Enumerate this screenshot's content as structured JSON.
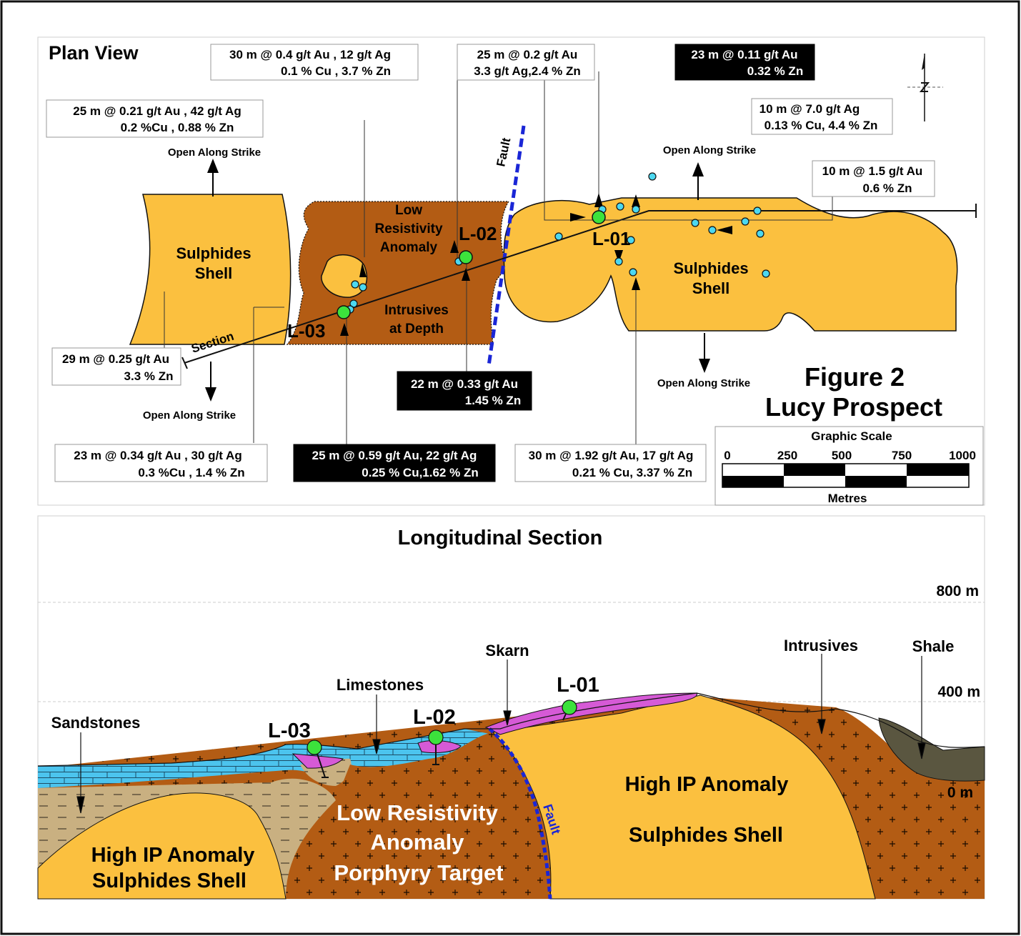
{
  "plan": {
    "title": "Plan View",
    "figure_title": [
      "Figure 2",
      "Lucy Prospect"
    ],
    "fault_label": "Fault",
    "section_label": "Section",
    "open_along_strike": "Open Along Strike",
    "sulphides_shell": [
      "Sulphides",
      "Shell"
    ],
    "low_res": [
      "Low",
      "Resistivity",
      "Anomaly"
    ],
    "intrusives": [
      "Intrusives",
      "at Depth"
    ],
    "holes": [
      "L-01",
      "L-02",
      "L-03"
    ],
    "callouts": [
      {
        "lines": [
          "30 m @ 0.4 g/t Au , 12 g/t Ag",
          "0.1 % Cu , 3.7 % Zn"
        ],
        "dark": false
      },
      {
        "lines": [
          "25 m @ 0.2 g/t Au",
          "3.3 g/t Ag,2.4 % Zn"
        ],
        "dark": false
      },
      {
        "lines": [
          "23  m @ 0.11 g/t Au",
          "0.32 % Zn"
        ],
        "dark": true
      },
      {
        "lines": [
          "25 m @ 0.21 g/t Au , 42 g/t Ag",
          "0.2 %Cu , 0.88 % Zn"
        ],
        "dark": false
      },
      {
        "lines": [
          "10 m @ 7.0 g/t Ag",
          "0.13 % Cu, 4.4 % Zn"
        ],
        "dark": false
      },
      {
        "lines": [
          "10 m @ 1.5 g/t Au",
          "0.6 % Zn"
        ],
        "dark": false
      },
      {
        "lines": [
          "29 m @ 0.25 g/t Au",
          "3.3 % Zn"
        ],
        "dark": false
      },
      {
        "lines": [
          "22 m @ 0.33 g/t Au",
          "1.45 % Zn"
        ],
        "dark": true
      },
      {
        "lines": [
          "23 m @ 0.34 g/t Au , 30 g/t Ag",
          "0.3 %Cu , 1.4 % Zn"
        ],
        "dark": false
      },
      {
        "lines": [
          "25 m @ 0.59 g/t Au, 22 g/t Ag",
          "0.25 % Cu,1.62 % Zn"
        ],
        "dark": true
      },
      {
        "lines": [
          "30 m @ 1.92 g/t Au, 17 g/t Ag",
          "0.21 % Cu, 3.37 % Zn"
        ],
        "dark": false
      }
    ],
    "scale": {
      "title": "Graphic Scale",
      "ticks": [
        "0",
        "250",
        "500",
        "750",
        "1000"
      ],
      "unit": "Metres"
    }
  },
  "section": {
    "title": "Longitudinal Section",
    "elevations": [
      "800 m",
      "400 m",
      "0 m"
    ],
    "units": [
      "Sandstones",
      "Limestones",
      "Skarn",
      "Intrusives",
      "Shale"
    ],
    "holes": [
      "L-03",
      "L-02",
      "L-01"
    ],
    "fault_label": "Fault",
    "high_ip_left": [
      "High IP Anomaly",
      "Sulphides Shell"
    ],
    "porphyry": [
      "Low Resistivity",
      "Anomaly",
      "Porphyry Target"
    ],
    "high_ip_right": [
      "High IP Anomaly",
      "Sulphides Shell"
    ]
  },
  "colors": {
    "sulphide": "#fbc03f",
    "intrusive": "#b35c14",
    "limestone": "#4cc4ee",
    "sandstone": "#c9b081",
    "skarn": "#d65ad6",
    "shale": "#5a5640",
    "drill_hole": "#3ce23c",
    "fault": "#1a26d6",
    "dark_box": "#000000"
  }
}
